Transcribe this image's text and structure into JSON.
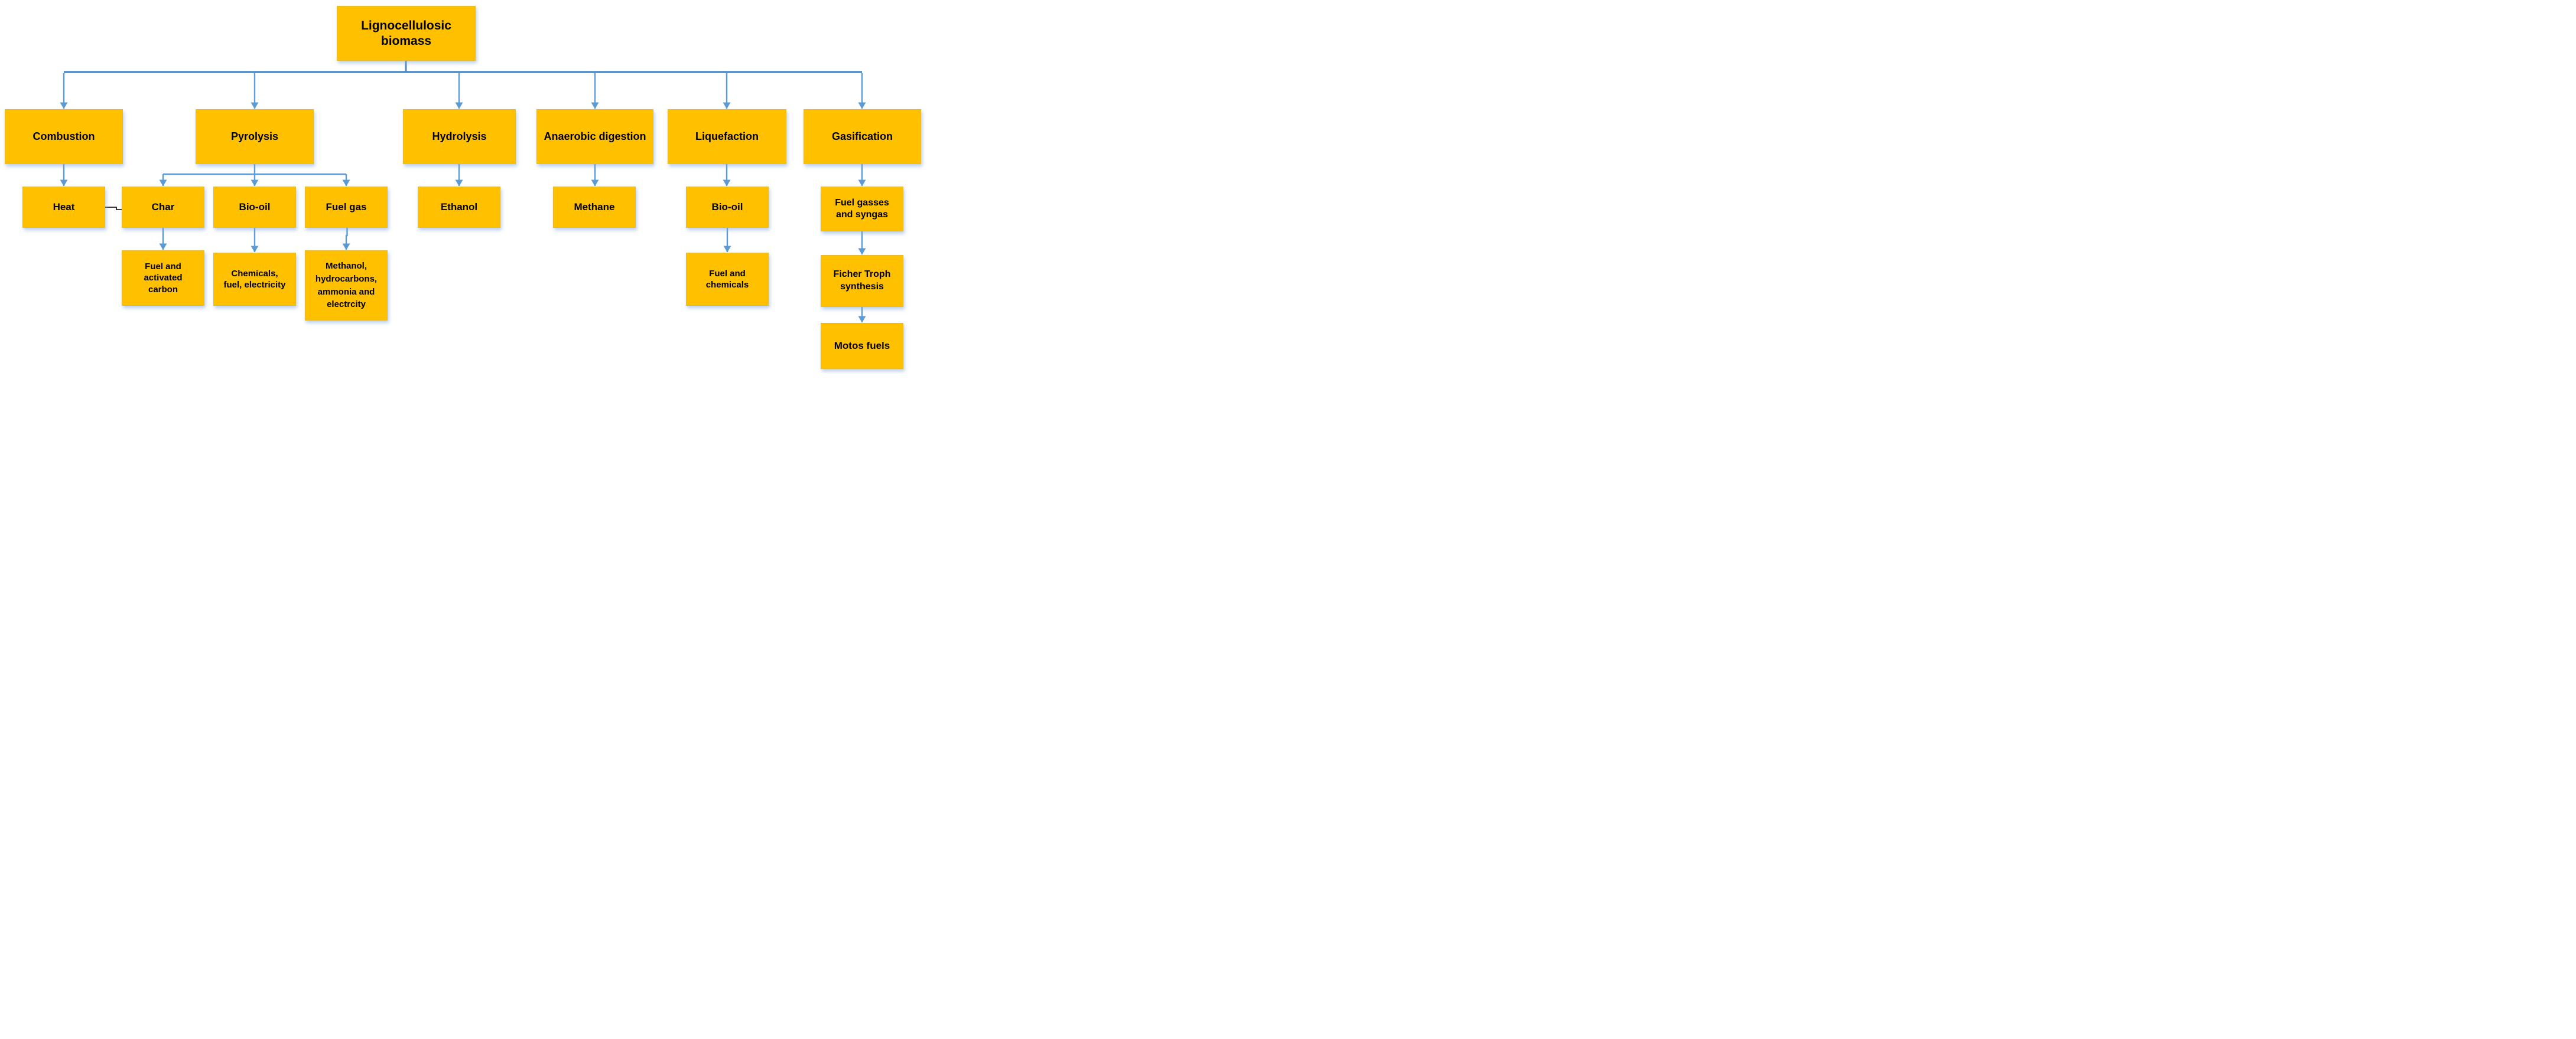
{
  "diagram": {
    "type": "flowchart",
    "colors": {
      "node_fill": "#FFC000",
      "connector_blue": "#5B9BD5",
      "main_line_blue": "#4E8AC5",
      "link_black": "#000000",
      "text": "#000000",
      "shadow": "#D6E4F4",
      "background": "#FFFFFF"
    },
    "nodes": {
      "biomass": {
        "label": "Lignocellulosic\nbiomass"
      },
      "combustion": {
        "label": "Combustion"
      },
      "pyrolysis": {
        "label": "Pyrolysis"
      },
      "hydrolysis": {
        "label": "Hydrolysis"
      },
      "anaerobic": {
        "label": "Anaerobic digestion"
      },
      "liquefaction": {
        "label": "Liquefaction"
      },
      "gasification": {
        "label": "Gasification"
      },
      "heat": {
        "label": "Heat"
      },
      "char": {
        "label": "Char"
      },
      "bio_oil": {
        "label": "Bio-oil"
      },
      "fuel_gas": {
        "label": "Fuel gas"
      },
      "ethanol": {
        "label": "Ethanol"
      },
      "methane": {
        "label": "Methane"
      },
      "bio_oil_2": {
        "label": "Bio-oil"
      },
      "fuel_gasses": {
        "label": "Fuel gasses\nand syngas"
      },
      "fuel_activated_carbon": {
        "label": "Fuel and\nactivated\ncarbon"
      },
      "chemicals_fuel_electricity": {
        "label": "Chemicals,\nfuel, electricity"
      },
      "methanol_hydrocarbons": {
        "label": "Methanol,\nhydrocarbons,\nammonia and\nelectrcity"
      },
      "fuel_chemicals": {
        "label": "Fuel and\nchemicals"
      },
      "ficher_troph": {
        "label": "Ficher Troph\nsynthesis"
      },
      "motos_fuels": {
        "label": "Motos fuels"
      }
    },
    "edges": [
      {
        "from": "biomass",
        "to": "combustion",
        "style": "blue-arrow"
      },
      {
        "from": "biomass",
        "to": "pyrolysis",
        "style": "blue-arrow"
      },
      {
        "from": "biomass",
        "to": "hydrolysis",
        "style": "blue-arrow"
      },
      {
        "from": "biomass",
        "to": "anaerobic",
        "style": "blue-arrow"
      },
      {
        "from": "biomass",
        "to": "liquefaction",
        "style": "blue-arrow"
      },
      {
        "from": "biomass",
        "to": "gasification",
        "style": "blue-arrow"
      },
      {
        "from": "combustion",
        "to": "heat",
        "style": "blue-arrow"
      },
      {
        "from": "pyrolysis",
        "to": "char",
        "style": "blue-arrow"
      },
      {
        "from": "pyrolysis",
        "to": "bio_oil",
        "style": "blue-arrow"
      },
      {
        "from": "pyrolysis",
        "to": "fuel_gas",
        "style": "blue-arrow"
      },
      {
        "from": "char",
        "to": "fuel_activated_carbon",
        "style": "blue-arrow"
      },
      {
        "from": "bio_oil",
        "to": "chemicals_fuel_electricity",
        "style": "blue-arrow"
      },
      {
        "from": "fuel_gas",
        "to": "methanol_hydrocarbons",
        "style": "blue-arrow"
      },
      {
        "from": "hydrolysis",
        "to": "ethanol",
        "style": "blue-arrow"
      },
      {
        "from": "anaerobic",
        "to": "methane",
        "style": "blue-arrow"
      },
      {
        "from": "liquefaction",
        "to": "bio_oil_2",
        "style": "blue-arrow"
      },
      {
        "from": "bio_oil_2",
        "to": "fuel_chemicals",
        "style": "blue-arrow"
      },
      {
        "from": "gasification",
        "to": "fuel_gasses",
        "style": "blue-arrow"
      },
      {
        "from": "fuel_gasses",
        "to": "ficher_troph",
        "style": "blue-arrow"
      },
      {
        "from": "ficher_troph",
        "to": "motos_fuels",
        "style": "blue-arrow"
      },
      {
        "from": "heat",
        "to": "char",
        "style": "black-link"
      }
    ]
  }
}
